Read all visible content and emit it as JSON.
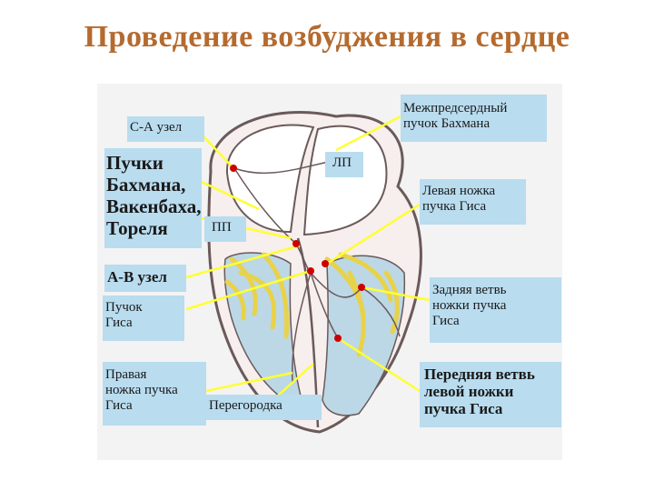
{
  "title": "Проведение возбуджения в сердце",
  "labels": {
    "sa_node": "С-А узел",
    "bachmann_interatrial": [
      "Межпредсердный",
      "пучок Бахмана"
    ],
    "tracts": [
      "Пучки",
      "Бахмана,",
      "Вакенбаха,",
      "Тореля"
    ],
    "la": "ЛП",
    "ra": "ПП",
    "left_bundle_branch": [
      "Левая ножка",
      "пучка Гиса"
    ],
    "av_node": "А-В узел",
    "his_bundle": [
      "Пучок",
      "Гиса"
    ],
    "posterior_branch": [
      "Задняя ветвь",
      "ножки пучка",
      "Гиса"
    ],
    "right_bundle_branch": [
      "Правая",
      "ножка пучка",
      "Гиса"
    ],
    "septum": "Перегородка",
    "anterior_branch": [
      "Передняя ветвь",
      "левой ножки",
      "пучка Гиса"
    ]
  },
  "colors": {
    "title": "#b56a2e",
    "label_bg": "#b9dcef",
    "leader_lines": "#ffff33",
    "nodes": "#cc0000",
    "heart_outline": "#6b5a5a",
    "conduction_fibers": "#e8d24a",
    "ventricle_tissue": "#bcd8e6"
  }
}
